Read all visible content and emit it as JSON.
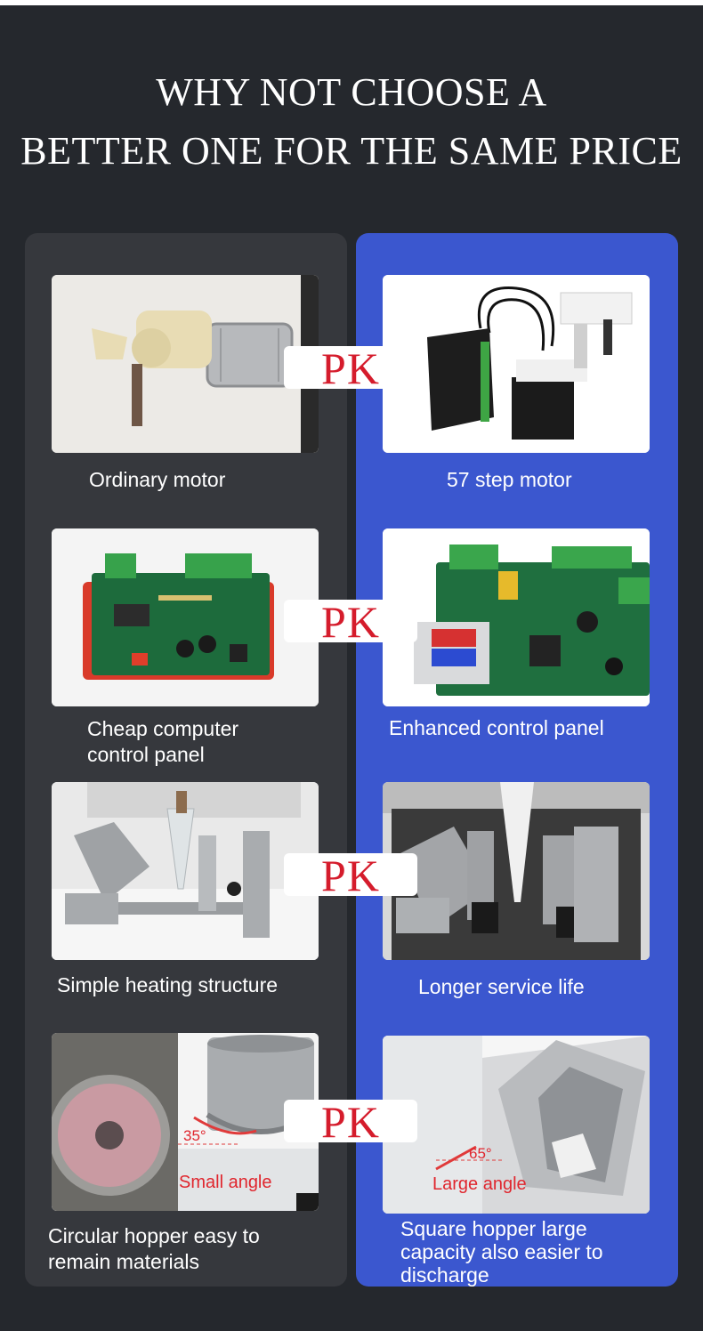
{
  "headline": {
    "line1": "WHY NOT CHOOSE A",
    "line2": "BETTER ONE FOR THE SAME PRICE"
  },
  "pk_label": "PK",
  "rows": [
    {
      "left": {
        "caption": "Ordinary motor",
        "icon": "ordinary-motor-photo"
      },
      "right": {
        "caption": "57 step motor",
        "icon": "step-motor-photo"
      }
    },
    {
      "left": {
        "caption_line1": "Cheap computer",
        "caption_line2": "control panel",
        "icon": "cheap-control-board-photo"
      },
      "right": {
        "caption": "Enhanced control  panel",
        "icon": "enhanced-control-board-photo"
      }
    },
    {
      "left": {
        "caption": "Simple heating  structure",
        "icon": "simple-heating-photo"
      },
      "right": {
        "caption": "Longer service life",
        "icon": "heating-jaws-photo"
      }
    },
    {
      "left": {
        "caption_line1": "Circular hopper easy to",
        "caption_line2": "remain materials",
        "angle_label": "35°",
        "angle_text": "Small angle",
        "icon": "circular-hopper-photo"
      },
      "right": {
        "caption_line1": "Square hopper large",
        "caption_line2": "capacity  also easier to",
        "caption_line3": "discharge",
        "angle_label": "65°",
        "angle_text": "Large angle",
        "icon": "square-hopper-photo"
      }
    }
  ],
  "colors": {
    "background": "#25282d",
    "left_panel": "#36383d",
    "right_panel": "#3b57cf",
    "pk_text": "#d51c2c"
  }
}
